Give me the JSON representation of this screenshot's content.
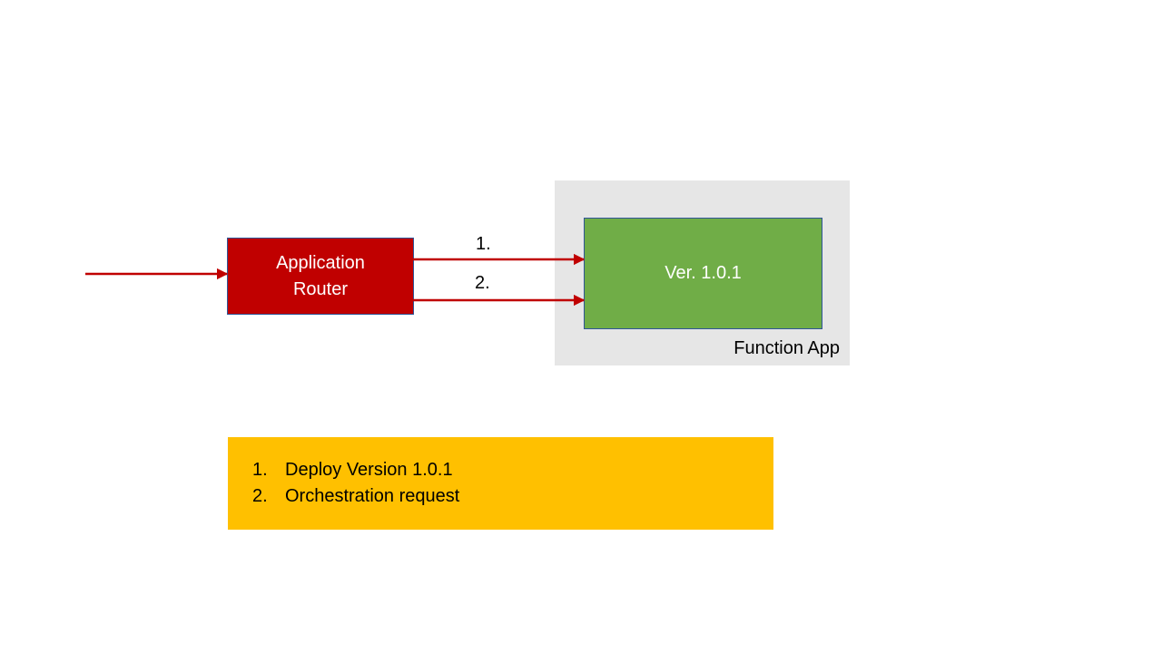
{
  "diagram": {
    "router": {
      "label": "Application\nRouter",
      "color": "#c00000"
    },
    "function_app": {
      "label": "Function App",
      "color": "#e6e6e6"
    },
    "version_box": {
      "label": "Ver. 1.0.1",
      "color": "#70ad47"
    },
    "edge_color": "#c00000",
    "edges": [
      {
        "from": "external",
        "to": "router",
        "label": ""
      },
      {
        "from": "router",
        "to": "version_box",
        "label": "1."
      },
      {
        "from": "router",
        "to": "version_box",
        "label": "2."
      }
    ]
  },
  "legend": {
    "color": "#ffc000",
    "items": [
      {
        "number": "1.",
        "text": "Deploy Version 1.0.1"
      },
      {
        "number": "2.",
        "text": "Orchestration request"
      }
    ]
  }
}
